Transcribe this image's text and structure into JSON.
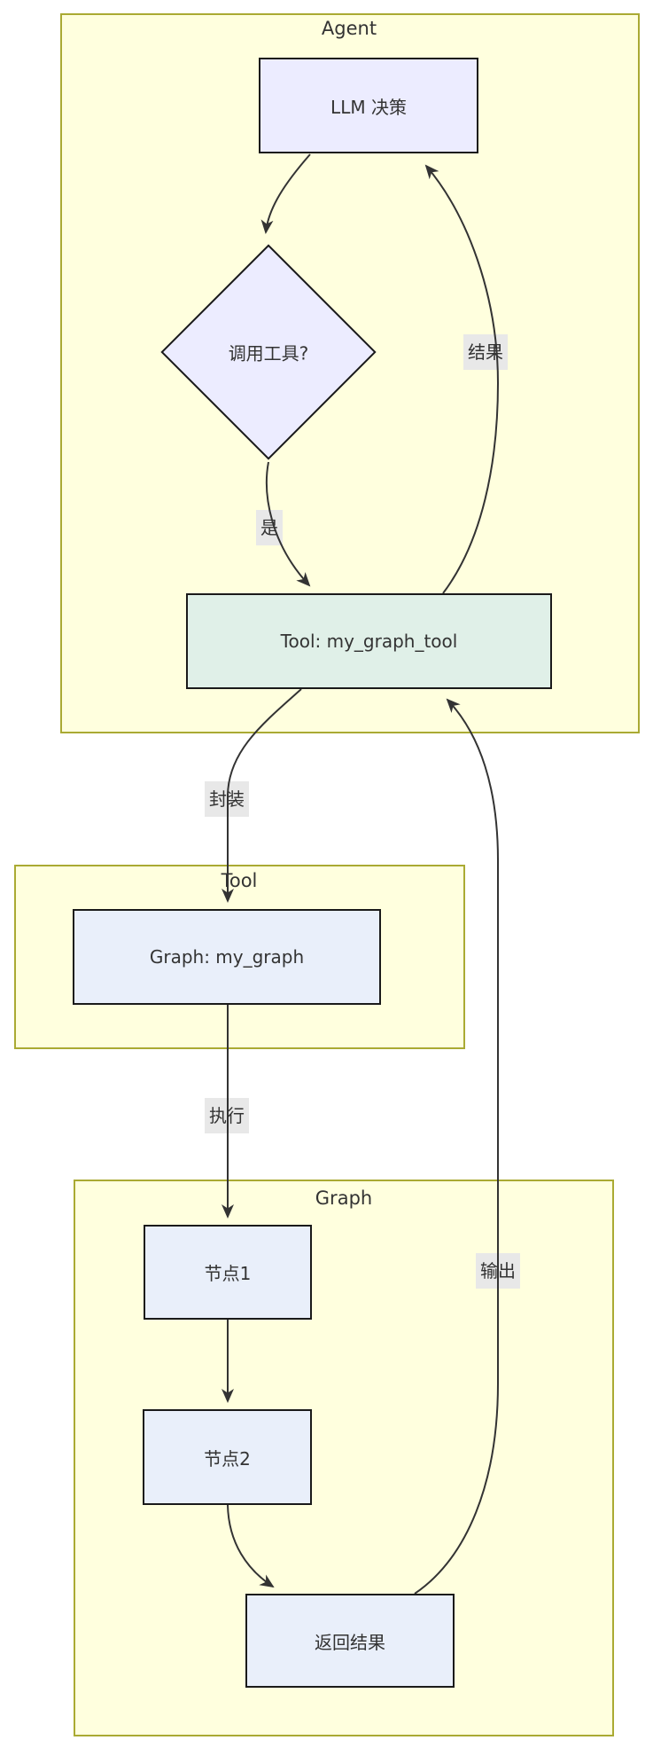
{
  "diagram": {
    "type": "flowchart",
    "direction": "top-down",
    "subgraphs": {
      "agent": {
        "title": "Agent"
      },
      "tool": {
        "title": "Tool"
      },
      "graph": {
        "title": "Graph"
      }
    },
    "nodes": {
      "llm": {
        "label": "LLM 决策",
        "shape": "rect",
        "fill": "#ececff",
        "subgraph": "Agent"
      },
      "decision": {
        "label": "调用工具?",
        "shape": "diamond",
        "fill": "#ececff",
        "subgraph": "Agent"
      },
      "tool_node": {
        "label": "Tool: my_graph_tool",
        "shape": "rect",
        "fill": "#e0f0e8",
        "subgraph": "Agent"
      },
      "graph_node": {
        "label": "Graph: my_graph",
        "shape": "rect",
        "fill": "#e9effa",
        "subgraph": "Tool"
      },
      "node1": {
        "label": "节点1",
        "shape": "rect",
        "fill": "#e9effa",
        "subgraph": "Graph"
      },
      "node2": {
        "label": "节点2",
        "shape": "rect",
        "fill": "#e9effa",
        "subgraph": "Graph"
      },
      "return_result": {
        "label": "返回结果",
        "shape": "rect",
        "fill": "#e9effa",
        "subgraph": "Graph"
      }
    },
    "edges": [
      {
        "from": "llm",
        "to": "decision",
        "label": ""
      },
      {
        "from": "decision",
        "to": "tool_node",
        "label": "是"
      },
      {
        "from": "tool_node",
        "to": "llm",
        "label": "结果"
      },
      {
        "from": "tool_node",
        "to": "graph_node",
        "label": "封装"
      },
      {
        "from": "graph_node",
        "to": "node1",
        "label": "执行"
      },
      {
        "from": "node1",
        "to": "node2",
        "label": ""
      },
      {
        "from": "node2",
        "to": "return_result",
        "label": ""
      },
      {
        "from": "return_result",
        "to": "tool_node",
        "label": "输出"
      }
    ],
    "edge_labels": {
      "yes": "是",
      "result": "结果",
      "wrap": "封装",
      "execute": "执行",
      "output": "输出"
    },
    "colors": {
      "background": "#ffffff",
      "subgraph_fill": "#ffffde",
      "subgraph_border": "#aaaa33",
      "purple_node_fill": "#ececff",
      "green_node_fill": "#e0f0e8",
      "blue_node_fill": "#e9effa",
      "node_border": "#1a1a1a",
      "edge_stroke": "#333333",
      "edge_label_bg": "#e8e8e8",
      "text": "#333333"
    }
  }
}
